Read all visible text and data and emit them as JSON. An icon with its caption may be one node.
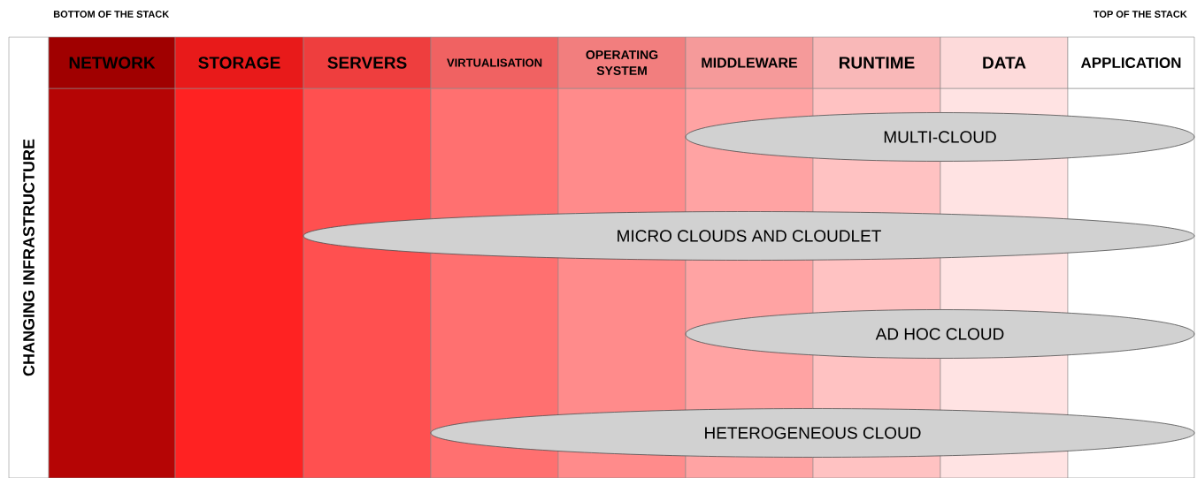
{
  "diagram": {
    "nodes": [
      {
        "text": [
          "CHANGING INFRASTRUCTURE"
        ]
      },
      {
        "text": [
          "NETWORK"
        ]
      },
      {
        "text": [
          "STORAGE"
        ]
      },
      {
        "text": [
          "SERVERS"
        ]
      },
      {
        "text": [
          "VIRTUALISATION"
        ]
      },
      {
        "text": [
          "OPERATING SYSTEM"
        ]
      },
      {
        "text": [
          "MIDDLEWARE"
        ]
      },
      {
        "text": [
          "RUNTIME"
        ]
      },
      {
        "text": [
          "DATA"
        ]
      },
      {
        "text": [
          "APPLICATION"
        ]
      },
      {
        "text": [
          "MULTI-CLOUD"
        ]
      },
      {
        "text": [
          "MICRO CLOUDS AND CLOUDLET"
        ]
      },
      {
        "text": [
          "AD HOC CLOUD"
        ]
      },
      {
        "text": [
          "HETEROGENEOUS CLOUD"
        ]
      }
    ],
    "labels": [
      "BOTTOM OF THE STACK",
      "TOP OF THE STACK"
    ]
  }
}
